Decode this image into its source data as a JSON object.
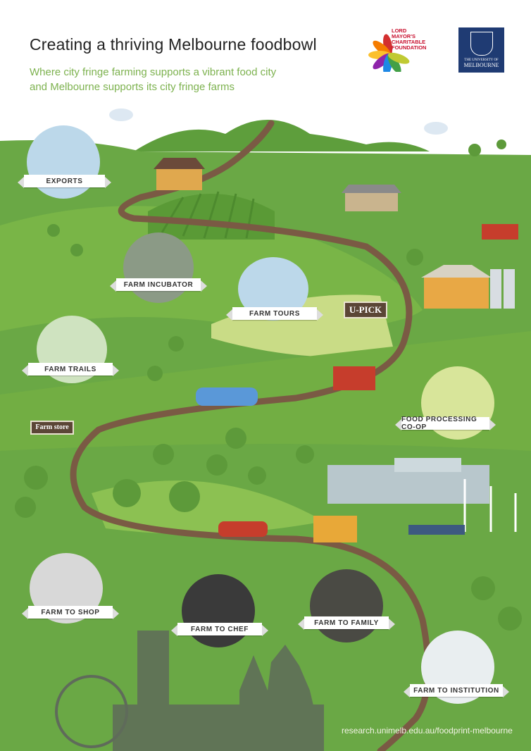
{
  "header": {
    "title": "Creating a thriving Melbourne foodbowl",
    "subtitle_line1": "Where city fringe farming supports a vibrant food city",
    "subtitle_line2": "and Melbourne supports its city fringe farms"
  },
  "logos": {
    "lord_mayors": "LORD MAYOR'S CHARITABLE FOUNDATION",
    "university_small": "THE UNIVERSITY OF",
    "university_name": "MELBOURNE"
  },
  "labels": {
    "exports": "EXPORTS",
    "farm_incubator": "FARM INCUBATOR",
    "farm_tours": "FARM TOURS",
    "farm_trails": "FARM TRAILS",
    "food_processing": "FOOD PROCESSING CO-OP",
    "farm_to_shop": "FARM TO SHOP",
    "farm_to_chef": "FARM TO CHEF",
    "farm_to_family": "FARM TO FAMILY",
    "farm_to_institution": "FARM TO INSTITUTION"
  },
  "signs": {
    "u_pick": "U-PICK",
    "farm_store": "Farm store"
  },
  "footer": {
    "url": "research.unimelb.edu.au/foodprint-melbourne"
  },
  "colors": {
    "grass": "#6aa845",
    "grass_light": "#8cc152",
    "road": "#7a5a44",
    "subtitle": "#7db24f",
    "uni_blue": "#1f3b73"
  }
}
